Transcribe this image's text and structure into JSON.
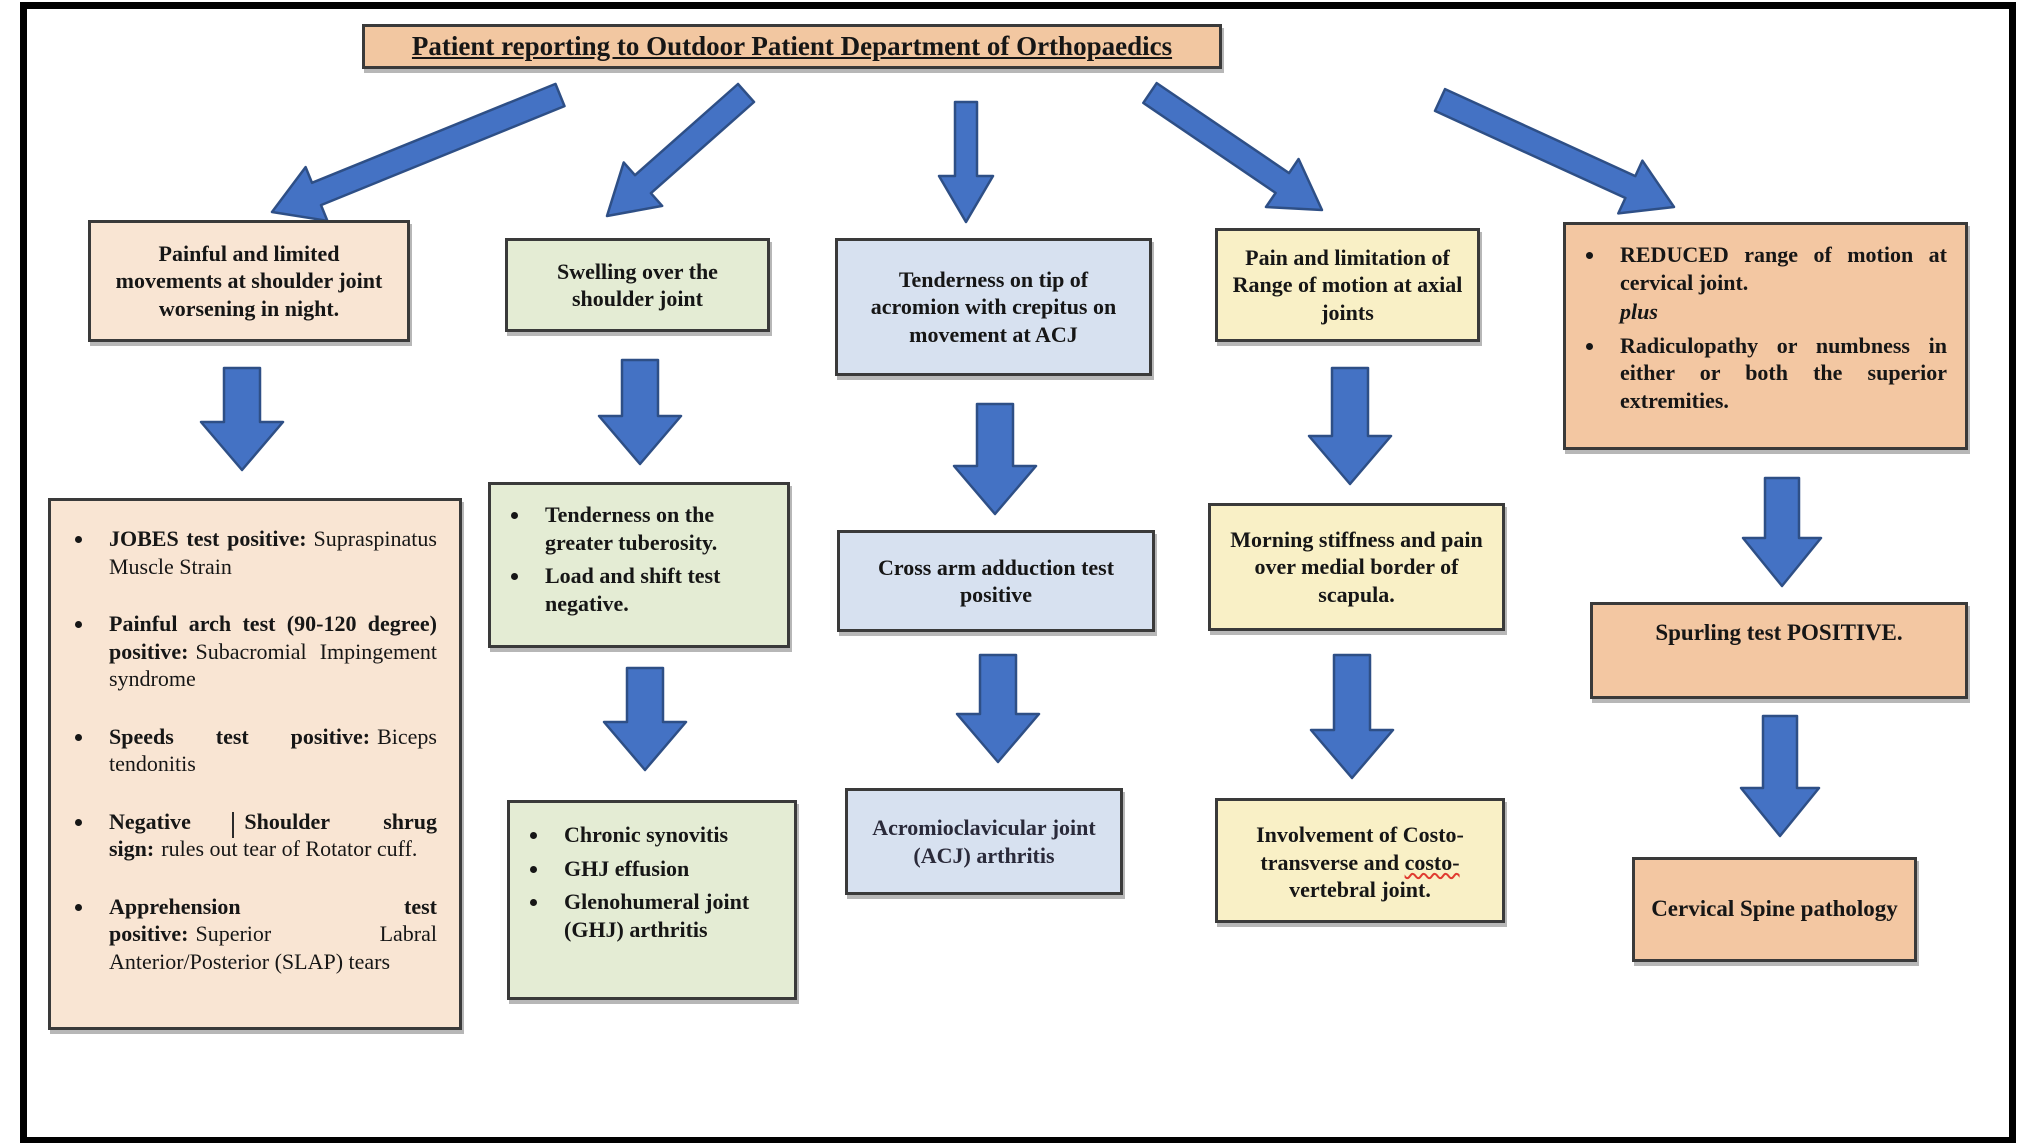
{
  "diagram": {
    "title": "Patient reporting to Outdoor Patient Department of Orthopaedics",
    "colors": {
      "header_bg": "#f2c7a1",
      "col1_bg": "#f9e5d3",
      "col2_bg": "#e4ecd4",
      "col3_bg": "#d7e1f0",
      "col4_bg": "#f9f0c6",
      "col5_bg": "#f3c7a2",
      "arrow_fill": "#4472c4",
      "arrow_outline": "#2e4f86",
      "box_border": "#3a3a3a",
      "misspell_underline": "#e03c31"
    },
    "columns": [
      {
        "symptom": "Painful and limited movements at shoulder joint worsening in night.",
        "findings": [
          {
            "lead": "JOBES test positive:",
            "rest": "Supraspinatus Muscle Strain"
          },
          {
            "lead": "Painful arch test (90-120 degree) positive:",
            "rest": "Subacromial Impingement syndrome"
          },
          {
            "lead": "Speeds test positive:",
            "rest": "Biceps tendonitis"
          },
          {
            "lead": "Negative Shoulder shrug sign:",
            "rest": "rules out tear of Rotator cuff."
          },
          {
            "lead": "Apprehension test positive:",
            "rest": "Superior Labral Anterior/Posterior (SLAP) tears"
          }
        ]
      },
      {
        "symptom": "Swelling over the shoulder joint",
        "signs": [
          "Tenderness on the greater tuberosity.",
          "Load and shift test negative."
        ],
        "diagnoses": [
          "Chronic synovitis",
          "GHJ effusion",
          "Glenohumeral joint (GHJ) arthritis"
        ]
      },
      {
        "symptom": "Tenderness on tip of acromion with crepitus on movement at ACJ",
        "sign": "Cross arm adduction test positive",
        "diagnosis": "Acromioclavicular joint (ACJ) arthritis"
      },
      {
        "symptom": "Pain and limitation of Range of motion at axial joints",
        "sign": "Morning stiffness and pain over medial border of scapula.",
        "diagnosis_parts": {
          "pre": "Involvement of Costo-transverse and ",
          "misspelled": "costo-",
          "post": "vertebral joint."
        }
      },
      {
        "symptom_bullet_1": "REDUCED range of motion at cervical joint.",
        "symptom_connector": "plus",
        "symptom_bullet_2": "Radiculopathy or numbness in either or both the superior extremities.",
        "sign": "Spurling test POSITIVE.",
        "diagnosis": "Cervical Spine pathology"
      }
    ]
  }
}
